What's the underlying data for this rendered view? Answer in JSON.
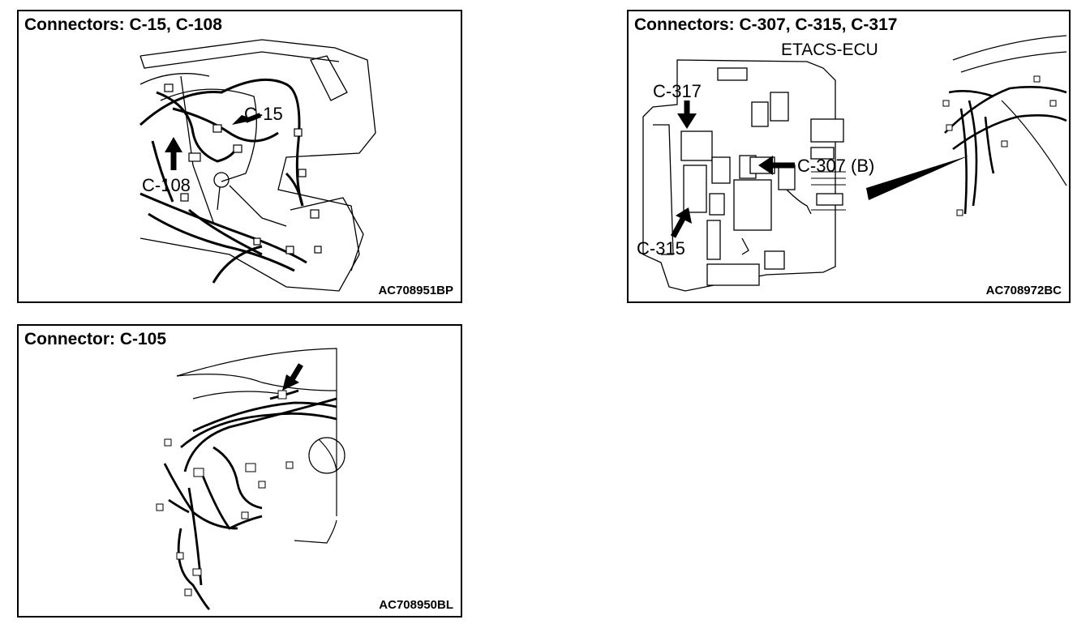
{
  "panels": [
    {
      "title": "Connectors: C-15, C-108",
      "code": "AC708951BP",
      "callouts": [
        "C-15",
        "C-108"
      ]
    },
    {
      "title": "Connectors: C-307, C-315, C-317",
      "subtitle": "ETACS-ECU",
      "code": "AC708972BC",
      "callouts": [
        "C-317",
        "C-307 (B)",
        "C-315"
      ]
    },
    {
      "title": "Connector: C-105",
      "code": "AC708950BL",
      "callouts": []
    }
  ]
}
